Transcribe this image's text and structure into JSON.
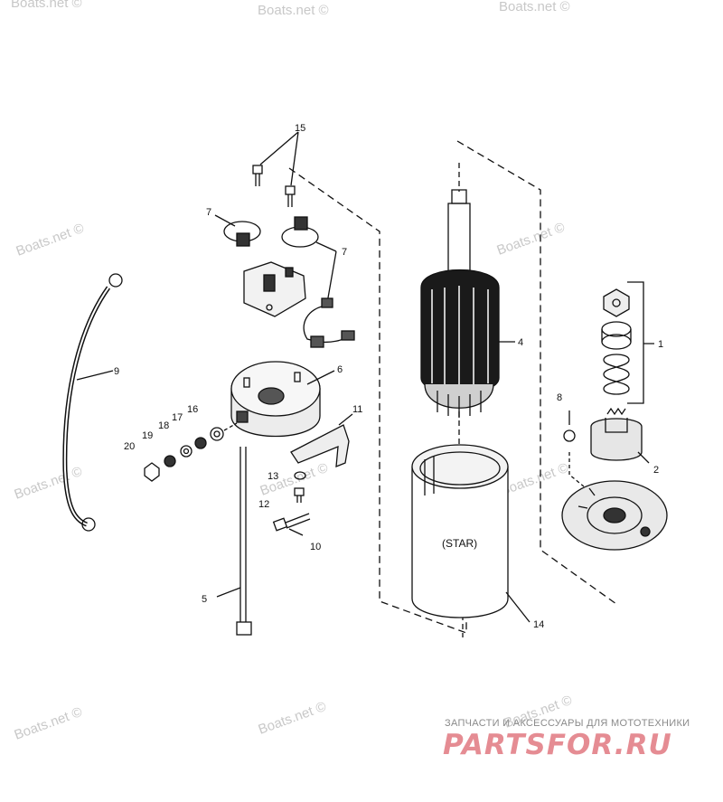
{
  "diagram": {
    "callouts": [
      {
        "id": "c1",
        "label": "1"
      },
      {
        "id": "c2",
        "label": "2"
      },
      {
        "id": "c4",
        "label": "4"
      },
      {
        "id": "c5",
        "label": "5"
      },
      {
        "id": "c6",
        "label": "6"
      },
      {
        "id": "c7a",
        "label": "7"
      },
      {
        "id": "c7b",
        "label": "7"
      },
      {
        "id": "c8",
        "label": "8"
      },
      {
        "id": "c9",
        "label": "9"
      },
      {
        "id": "c10",
        "label": "10"
      },
      {
        "id": "c11",
        "label": "11"
      },
      {
        "id": "c12",
        "label": "12"
      },
      {
        "id": "c13",
        "label": "13"
      },
      {
        "id": "c14",
        "label": "14"
      },
      {
        "id": "c15",
        "label": "15"
      },
      {
        "id": "c16",
        "label": "16"
      },
      {
        "id": "c17",
        "label": "17"
      },
      {
        "id": "c18",
        "label": "18"
      },
      {
        "id": "c19",
        "label": "19"
      },
      {
        "id": "c20",
        "label": "20"
      }
    ],
    "frame_label": "(STAR)",
    "watermark_text": "Boats.net ©"
  },
  "brand": {
    "subtitle": "ЗАПЧАСТИ И АКСЕССУАРЫ ДЛЯ МОТОТЕХНИКИ",
    "logo_text": "PARTSFOR.RU",
    "logo_color": "#e58c93"
  }
}
